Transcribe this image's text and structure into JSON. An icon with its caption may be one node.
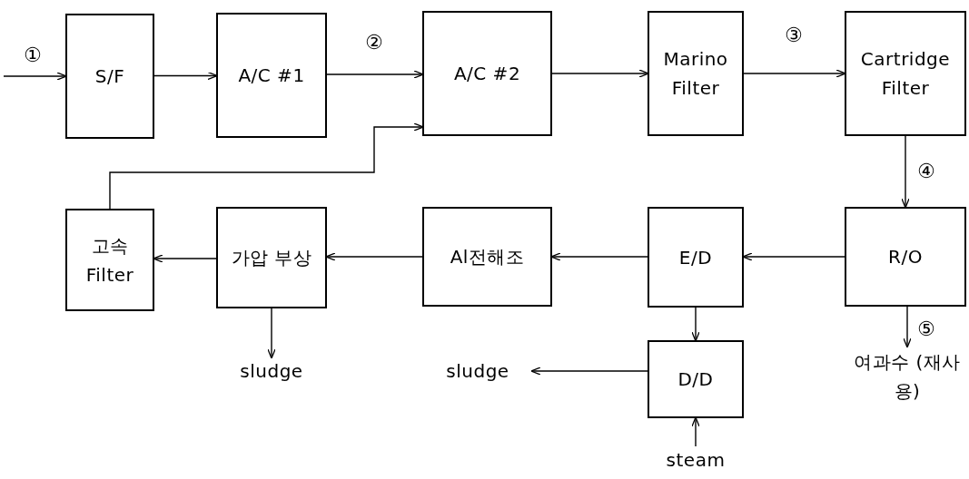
{
  "diagram": {
    "nodes": [
      {
        "text": [
          "S/F"
        ]
      },
      {
        "text": [
          "A/C #1"
        ]
      },
      {
        "text": [
          "A/C #2"
        ]
      },
      {
        "text": [
          "Marino Filter"
        ]
      },
      {
        "text": [
          "Cartridge Filter"
        ]
      },
      {
        "text": [
          "R/O"
        ]
      },
      {
        "text": [
          "E/D"
        ]
      },
      {
        "text": [
          "Al전해조"
        ]
      },
      {
        "text": [
          "가압 부상"
        ]
      },
      {
        "text": [
          "고속 Filter"
        ]
      },
      {
        "text": [
          "D/D"
        ]
      },
      {
        "text": [
          "sludge"
        ]
      },
      {
        "text": [
          "sludge"
        ]
      },
      {
        "text": [
          "steam"
        ]
      },
      {
        "text": [
          "여과수 (재사용)"
        ]
      }
    ],
    "edges": [
      {
        "from": null,
        "to": 0,
        "arrow": "to",
        "label": "①"
      },
      {
        "from": 0,
        "to": 1,
        "arrow": "to"
      },
      {
        "from": 1,
        "to": 2,
        "arrow": "to",
        "label": "②"
      },
      {
        "from": 9,
        "to": 2,
        "arrow": "to"
      },
      {
        "from": 2,
        "to": 3,
        "arrow": "to"
      },
      {
        "from": 3,
        "to": 4,
        "arrow": "to",
        "label": "③"
      },
      {
        "from": 4,
        "to": 5,
        "arrow": "to",
        "label": "④"
      },
      {
        "from": 5,
        "to": 6,
        "arrow": "to"
      },
      {
        "from": 6,
        "to": 7,
        "arrow": "to"
      },
      {
        "from": 7,
        "to": 8,
        "arrow": "to"
      },
      {
        "from": 8,
        "to": 9,
        "arrow": "to"
      },
      {
        "from": 8,
        "to": 11,
        "arrow": "to"
      },
      {
        "from": 6,
        "to": 10,
        "arrow": "to"
      },
      {
        "from": 10,
        "to": 12,
        "arrow": "to"
      },
      {
        "from": 13,
        "to": 10,
        "arrow": "to"
      },
      {
        "from": 5,
        "to": 14,
        "arrow": "to",
        "label": "⑤"
      }
    ]
  }
}
